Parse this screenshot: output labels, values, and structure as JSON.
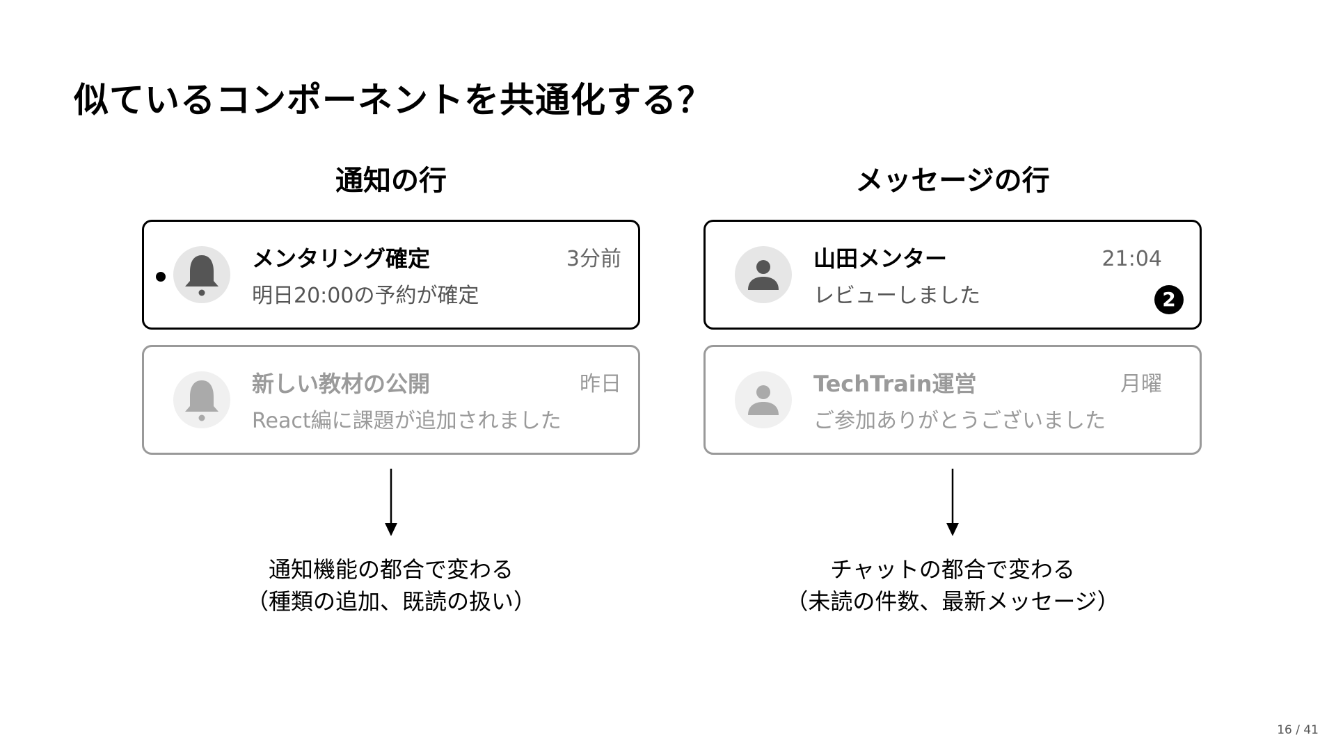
{
  "title": "似ているコンポーネントを共通化する？",
  "notification_column": {
    "title": "通知の行",
    "rows": [
      {
        "icon": "bell-icon",
        "title": "メンタリング確定",
        "subtitle": "明日20:00の予約が確定",
        "time": "3分前",
        "unread": true
      },
      {
        "icon": "bell-icon",
        "title": "新しい教材の公開",
        "subtitle": "React編に課題が追加されました",
        "time": "昨日",
        "unread": false
      }
    ],
    "caption_line1": "通知機能の都合で変わる",
    "caption_line2": "（種類の追加、既読の扱い）"
  },
  "message_column": {
    "title": "メッセージの行",
    "rows": [
      {
        "icon": "user-icon",
        "title": "山田メンター",
        "subtitle": "レビューしました",
        "time": "21:04",
        "badge": "2"
      },
      {
        "icon": "user-icon",
        "title": "TechTrain運営",
        "subtitle": "ご参加ありがとうございました",
        "time": "月曜"
      }
    ],
    "caption_line1": "チャットの都合で変わる",
    "caption_line2": "（未読の件数、最新メッセージ）"
  },
  "page": {
    "current": "16",
    "total": "41",
    "label": "16 / 41"
  },
  "colors": {
    "active_border": "#000000",
    "faded_border": "#999999",
    "faded_text": "#9a9a9a",
    "icon_active": "#555555",
    "icon_faded": "#aaaaaa",
    "badge_bg": "#000000"
  }
}
